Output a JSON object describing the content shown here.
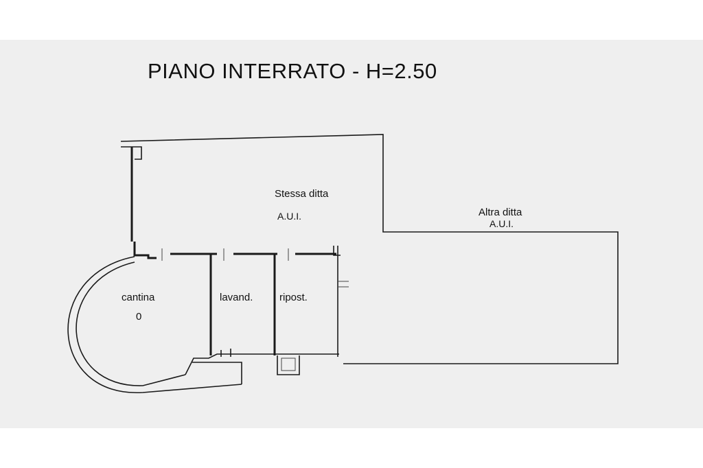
{
  "title": "PIANO INTERRATO - H=2.50",
  "rooms": {
    "stessa_ditta": {
      "name": "Stessa ditta",
      "code": "A.U.I."
    },
    "altra_ditta": {
      "name": "Altra ditta",
      "code": "A.U.I."
    },
    "cantina": {
      "name": "cantina",
      "mark": "0"
    },
    "lavanderia": {
      "name": "lavand."
    },
    "ripostiglio": {
      "name": "ripost."
    }
  }
}
